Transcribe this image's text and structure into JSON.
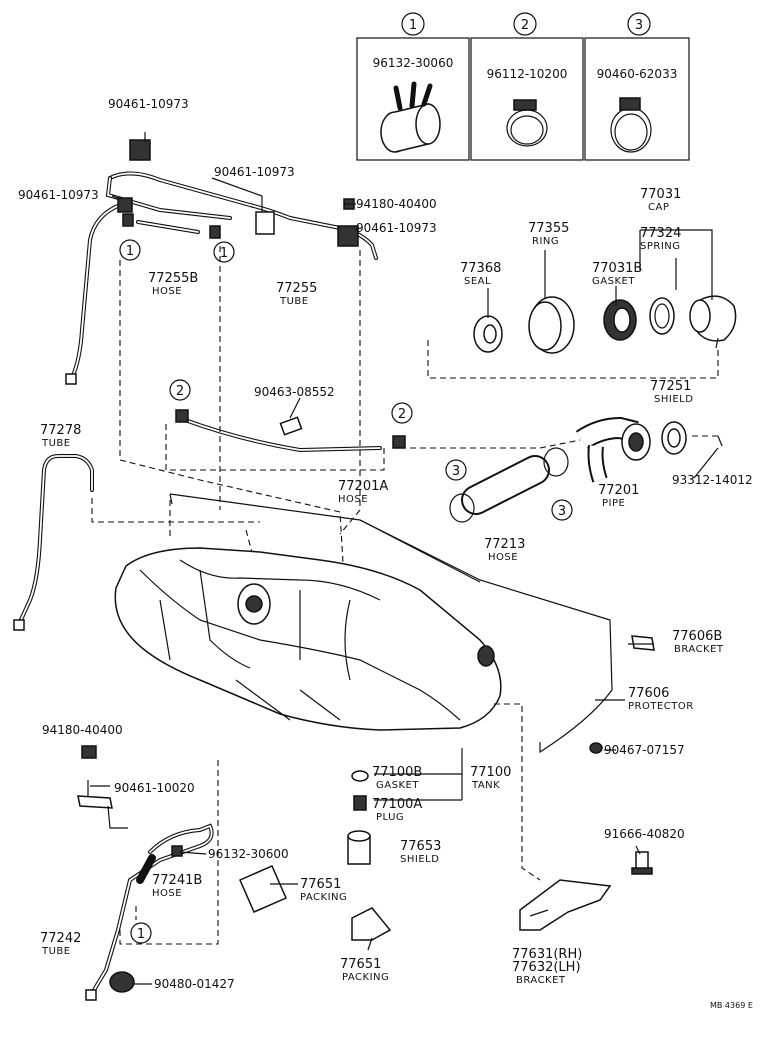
{
  "clamp_types": [
    {
      "num": "1",
      "part": "96132-30060"
    },
    {
      "num": "2",
      "part": "96112-10200"
    },
    {
      "num": "3",
      "part": "90460-62033"
    }
  ],
  "labels": {
    "p90461_10973_a": "90461-10973",
    "p90461_10973_b": "90461-10973",
    "p90461_10973_c": "90461-10973",
    "p90461_10973_d": "90461-10973",
    "p94180_40400_a": "94180-40400",
    "p77255B": "77255B",
    "n77255B": "HOSE",
    "p77255": "77255",
    "n77255": "TUBE",
    "p77031": "77031",
    "n77031": "CAP",
    "p77355": "77355",
    "n77355": "RING",
    "p77324": "77324",
    "n77324": "SPRING",
    "p77368": "77368",
    "n77368": "SEAL",
    "p77031B": "77031B",
    "n77031B": "GASKET",
    "p90463_08552": "90463-08552",
    "p77251": "77251",
    "n77251": "SHIELD",
    "p77278": "77278",
    "n77278": "TUBE",
    "p77201A": "77201A",
    "n77201A": "HOSE",
    "p77201": "77201",
    "n77201": "PIPE",
    "p93312_14012": "93312-14012",
    "p77213": "77213",
    "n77213": "HOSE",
    "p77606B": "77606B",
    "n77606B": "BRACKET",
    "p77606": "77606",
    "n77606": "PROTECTOR",
    "p94180_40400_b": "94180-40400",
    "p90467_07157": "90467-07157",
    "p77100B": "77100B",
    "n77100B": "GASKET",
    "p77100": "77100",
    "n77100": "TANK",
    "p77100A": "77100A",
    "n77100A": "PLUG",
    "p90461_10020": "90461-10020",
    "p91666_40820": "91666-40820",
    "p77653": "77653",
    "n77653": "SHIELD",
    "p96132_30600": "96132-30600",
    "p77241B": "77241B",
    "n77241B": "HOSE",
    "p77651_a": "77651",
    "n77651_a": "PACKING",
    "p77242": "77242",
    "n77242": "TUBE",
    "p77651_b": "77651",
    "n77651_b": "PACKING",
    "p77631": "77631(RH)",
    "p77632": "77632(LH)",
    "n77631": "BRACKET",
    "p90480_01427": "90480-01427",
    "ref_code": "MB 4369 E"
  },
  "callouts": {
    "c1a": "1",
    "c1b": "1",
    "c1c": "1",
    "c2a": "2",
    "c2b": "2",
    "c3a": "3",
    "c3b": "3"
  }
}
